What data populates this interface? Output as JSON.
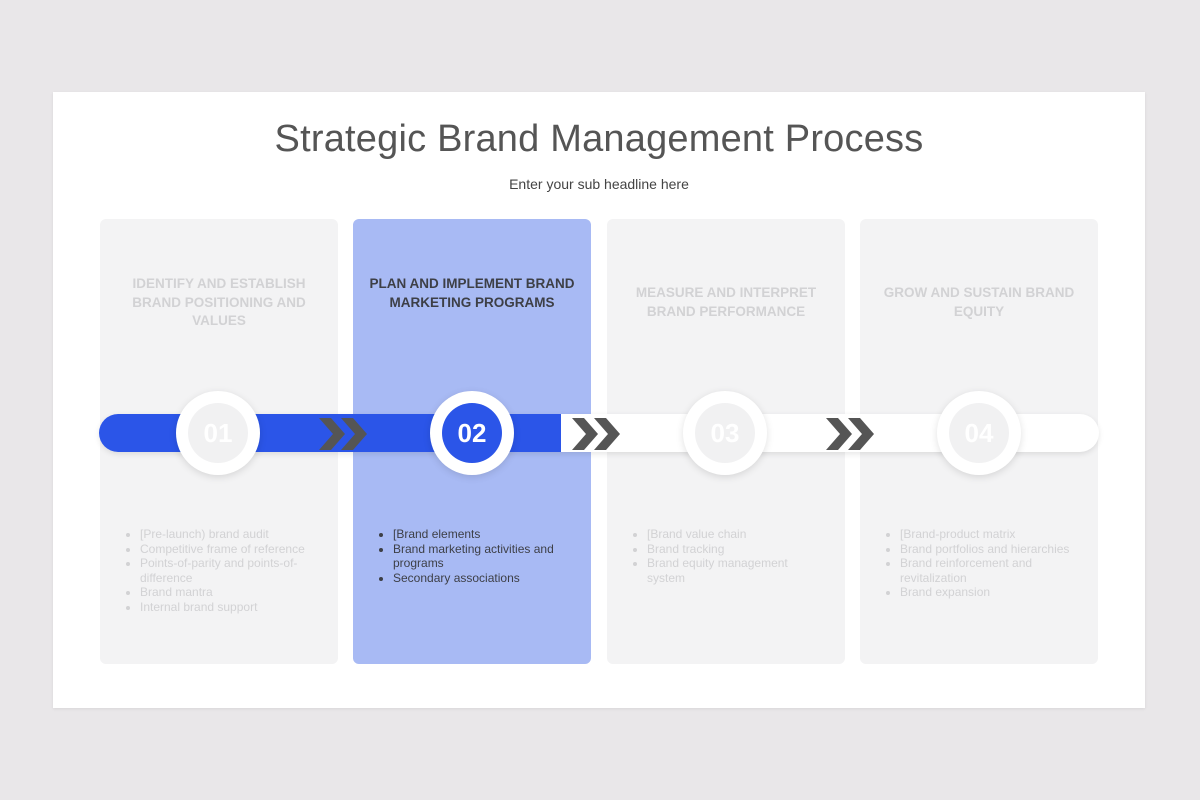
{
  "title": "Strategic Brand Management Process",
  "subtitle": "Enter your sub headline here",
  "colors": {
    "accent": "#2b55e8",
    "active_card": "#a8baf4",
    "inactive_card": "#f3f3f4",
    "chevron": "#555555"
  },
  "active_step": 2,
  "steps": [
    {
      "number": "01",
      "title": "IDENTIFY AND ESTABLISH BRAND POSITIONING AND VALUES",
      "bullets": [
        "[Pre-launch) brand audit",
        "Competitive frame of reference",
        "Points-of-parity and points-of-difference",
        "Brand mantra",
        "Internal brand support"
      ]
    },
    {
      "number": "02",
      "title": "PLAN AND IMPLEMENT BRAND MARKETING PROGRAMS",
      "bullets": [
        "[Brand elements",
        "Brand marketing activities and programs",
        "Secondary associations"
      ]
    },
    {
      "number": "03",
      "title": "MEASURE AND INTERPRET BRAND PERFORMANCE",
      "bullets": [
        "[Brand value chain",
        "Brand tracking",
        "Brand equity management system"
      ]
    },
    {
      "number": "04",
      "title": "GROW AND SUSTAIN BRAND EQUITY",
      "bullets": [
        "[Brand-product matrix",
        "Brand portfolios and hierarchies",
        "Brand reinforcement and revitalization",
        "Brand expansion"
      ]
    }
  ]
}
